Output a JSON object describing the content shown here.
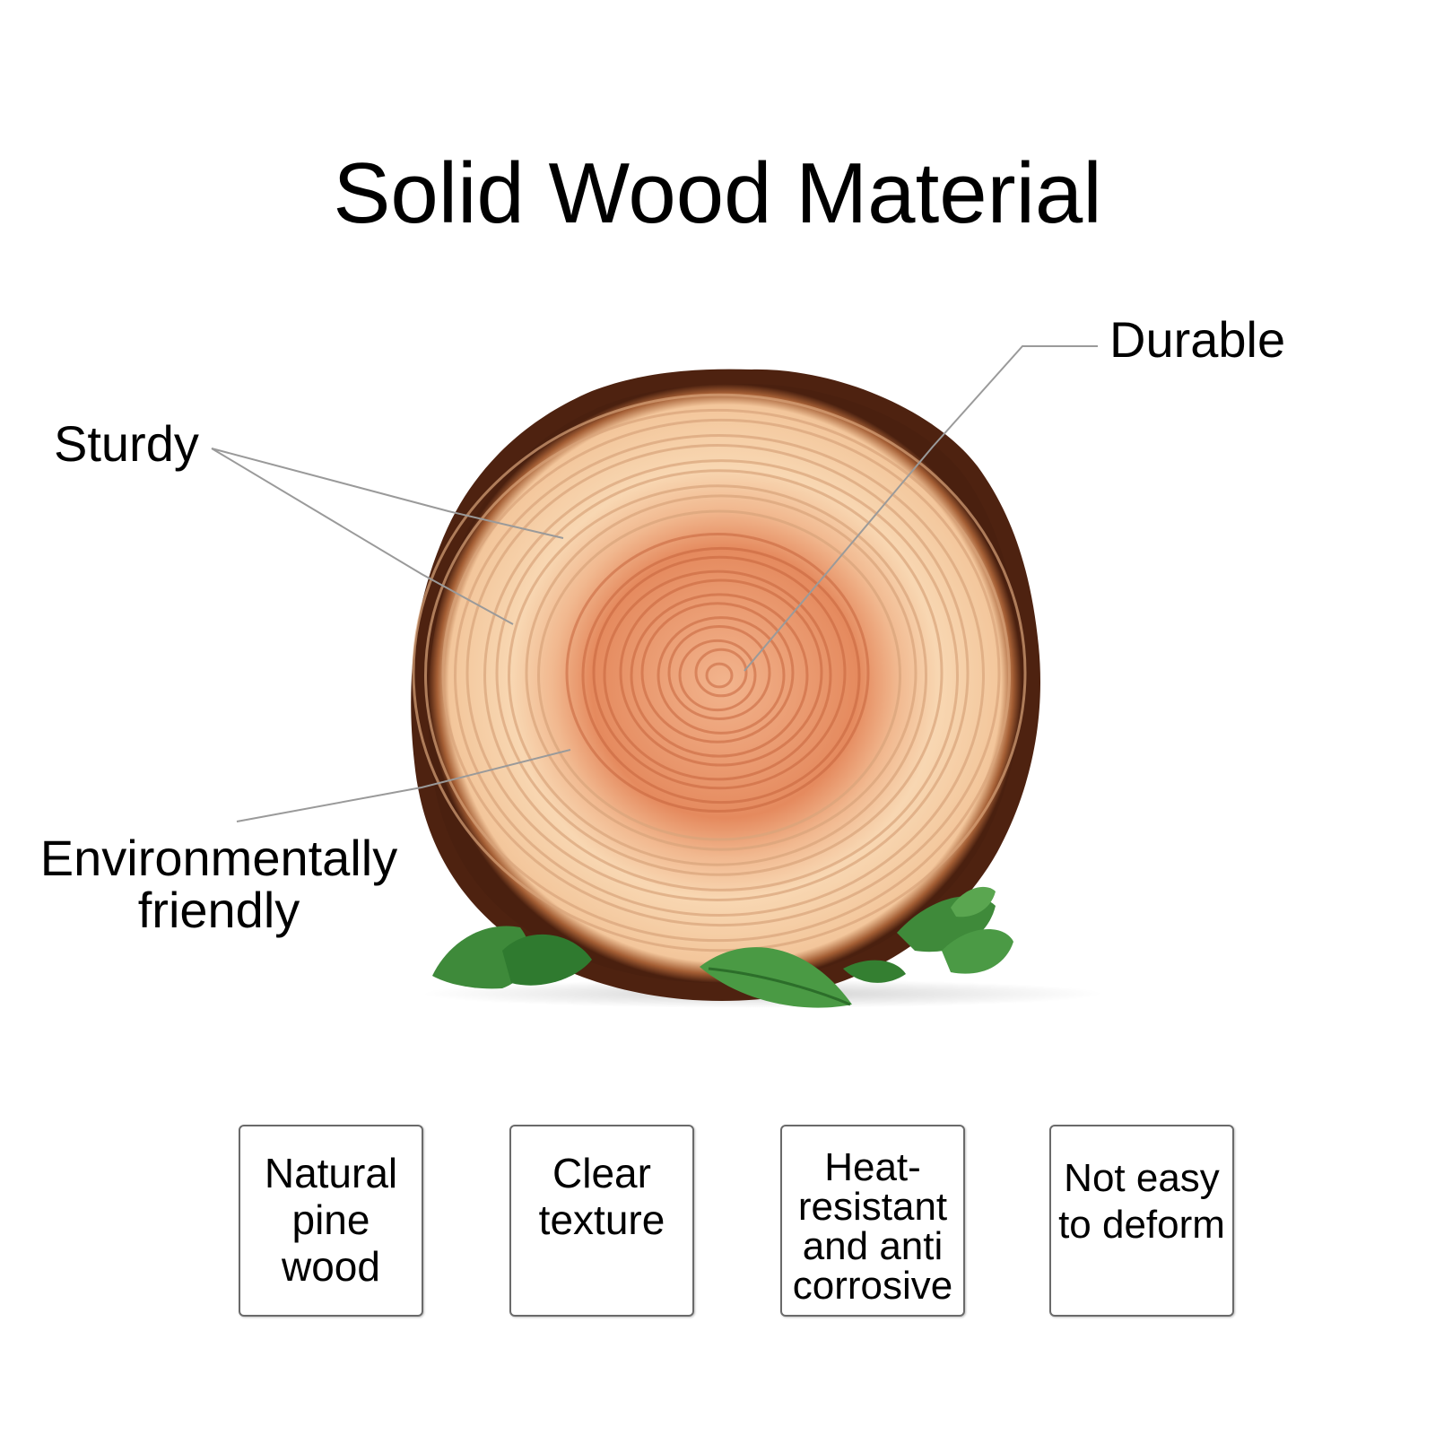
{
  "title": "Solid Wood Material",
  "callouts": {
    "sturdy": "Sturdy",
    "durable": "Durable",
    "environmental": [
      "Environmentally",
      "friendly"
    ]
  },
  "features": [
    {
      "label": "Natural\npine\nwood"
    },
    {
      "label": "Clear\ntexture"
    },
    {
      "label": "Heat-\nresistant\nand anti\ncorrosive"
    },
    {
      "label": "Not easy\nto deform"
    }
  ],
  "colors": {
    "background": "#ffffff",
    "heartwood": "#e28a5c",
    "sapwood": "#f6cfa3",
    "bark": "#5a2a14",
    "leaf": "#3f8a3a",
    "callout_line": "#9a9a9a",
    "box_border": "#6a6a6a"
  },
  "illustration": {
    "subject": "cross-section-of-pine-log-with-green-leaves",
    "icons": [
      "log-slice-icon",
      "leaf-icon"
    ]
  }
}
